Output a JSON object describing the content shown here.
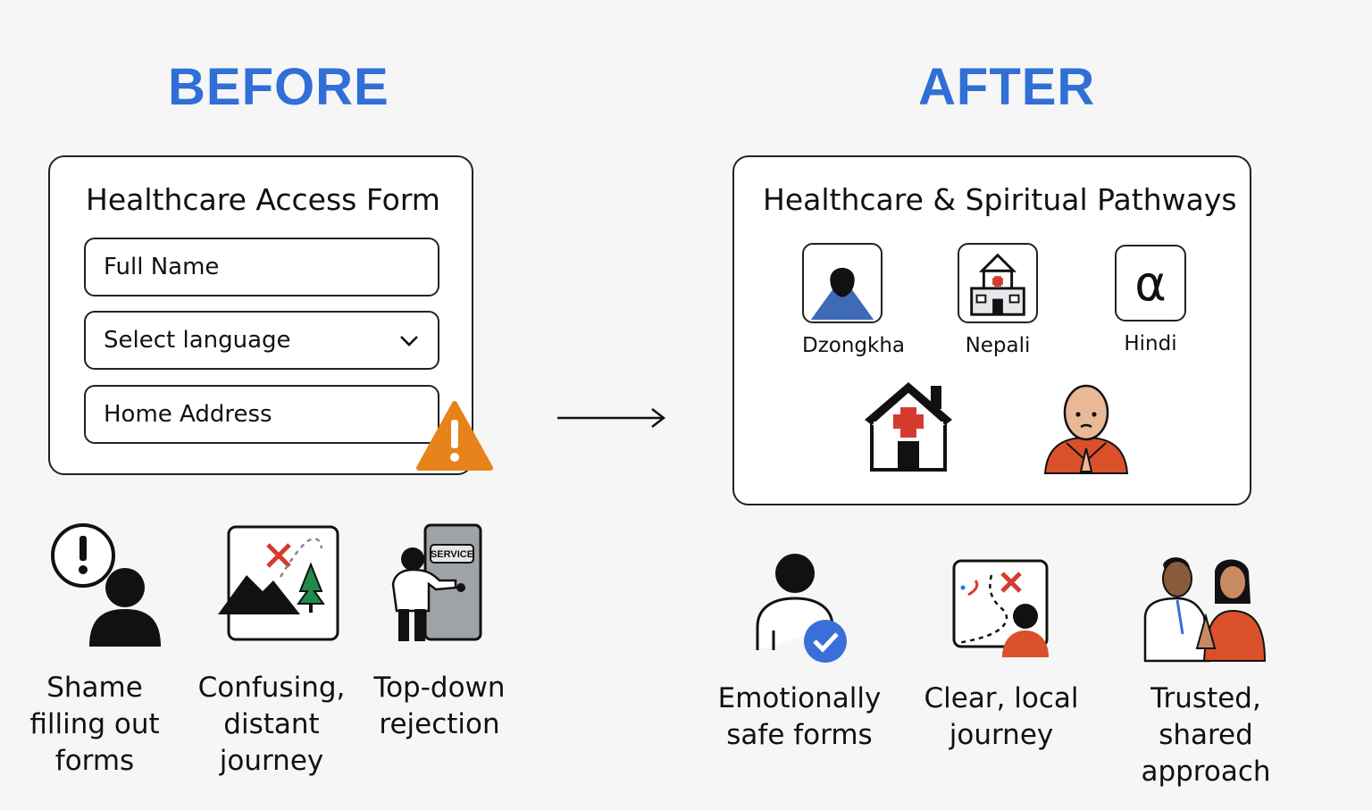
{
  "before": {
    "heading": "BEFORE",
    "form": {
      "title": "Healthcare Access Form",
      "fields": [
        {
          "label": "Full Name"
        },
        {
          "label": "Select language"
        },
        {
          "label": "Home Address"
        }
      ]
    },
    "issues": [
      {
        "icon": "shame-person-icon",
        "label": "Shame filling out forms"
      },
      {
        "icon": "confusing-map-icon",
        "label": "Confusing, distant journey"
      },
      {
        "icon": "rejected-door-icon",
        "label": "Top-down rejection"
      }
    ],
    "door_sign": "SERVICE"
  },
  "after": {
    "heading": "AFTER",
    "card": {
      "title": "Healthcare & Spiritual Pathways",
      "languages": [
        {
          "name": "Dzongkha",
          "icon": "dzongkha-figure-icon"
        },
        {
          "name": "Nepali",
          "icon": "hospital-building-icon"
        },
        {
          "name": "Hindi",
          "icon": "alpha-glyph-icon",
          "glyph": "α"
        }
      ]
    },
    "outcomes": [
      {
        "icon": "verified-person-icon",
        "label": "Emotionally safe forms"
      },
      {
        "icon": "local-map-icon",
        "label": "Clear, local journey"
      },
      {
        "icon": "trust-handshake-icon",
        "label": "Trusted, shared approach"
      }
    ]
  },
  "colors": {
    "heading_blue": "#2f6fd6",
    "warning_orange": "#e8821a",
    "cross_red": "#d63b2f",
    "robe_orange": "#d9502a",
    "check_blue": "#3a6fd8"
  }
}
